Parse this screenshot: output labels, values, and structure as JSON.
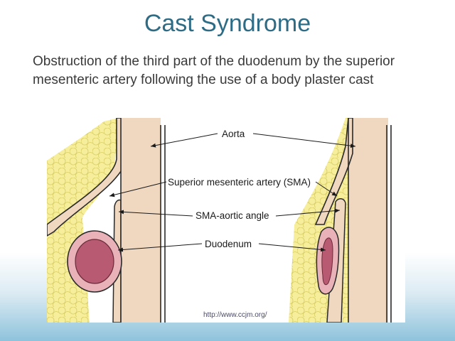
{
  "slide": {
    "title": "Cast Syndrome",
    "body": "Obstruction of the third part of the duodenum by the superior mesenteric artery following the use of a body plaster cast"
  },
  "figure": {
    "labels": {
      "aorta": "Aorta",
      "sma": "Superior mesenteric artery (SMA)",
      "angle": "SMA-aortic angle",
      "duodenum": "Duodenum"
    },
    "source": "http://www.ccjm.org/"
  },
  "colors": {
    "title": "#2e6c86",
    "aorta": "#f0d8c0",
    "fat": "#f6ee9a",
    "duodenum_outer": "#e9b2b8",
    "duodenum_lumen": "#b85a72"
  }
}
